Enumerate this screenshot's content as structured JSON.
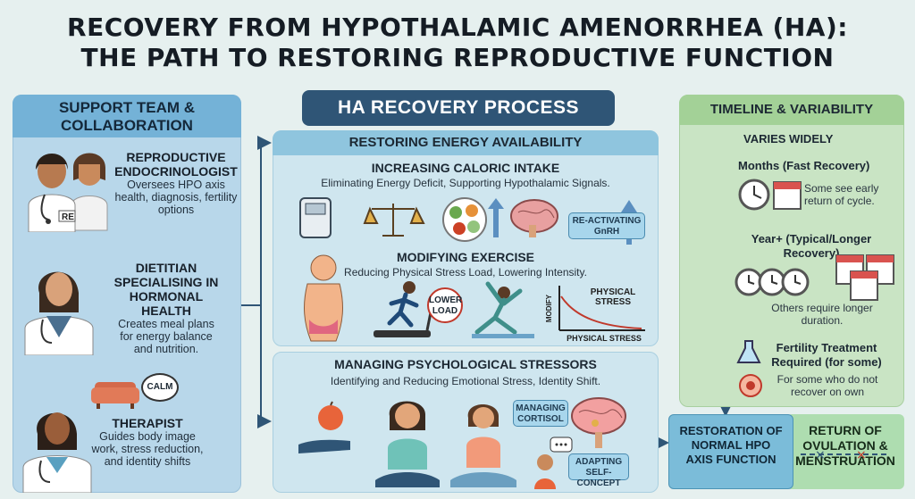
{
  "title": {
    "line1": "RECOVERY FROM HYPOTHALAMIC AMENORRHEA (HA):",
    "line2": "THE PATH TO RESTORING REPRODUCTIVE FUNCTION"
  },
  "support": {
    "heading": "SUPPORT TEAM & COLLABORATION",
    "roles": [
      {
        "name": "REPRODUCTIVE ENDOCRINOLOGIST",
        "desc": "Oversees HPO axis health, diagnosis, fertility options",
        "badge": "RE"
      },
      {
        "name": "DIETITIAN SPECIALISING IN HORMONAL HEALTH",
        "desc": "Creates meal plans for energy balance and nutrition."
      },
      {
        "name": "THERAPIST",
        "desc": "Guides body image work, stress reduction, and identity shifts",
        "bubble": "CALM"
      }
    ]
  },
  "process": {
    "heading": "HA RECOVERY PROCESS",
    "energy": {
      "heading": "RESTORING ENERGY AVAILABILITY",
      "caloric": {
        "title": "INCREASING CALORIC INTAKE",
        "desc": "Eliminating Energy Deficit, Supporting Hypothalamic Signals.",
        "badge": "RE-ACTIVATING GnRH"
      },
      "exercise": {
        "title": "MODIFYING EXERCISE",
        "desc": "Reducing Physical Stress Load, Lowering Intensity.",
        "badge": "LOWER LOAD",
        "chart_ylabel": "MODIFY",
        "chart_series": "PHYSICAL STRESS",
        "chart_xlabel": "PHYSICAL STRESS"
      }
    },
    "stress": {
      "title": "MANAGING PSYCHOLOGICAL STRESSORS",
      "desc": "Identifying and Reducing Emotional Stress, Identity Shift.",
      "badge1": "MANAGING CORTISOL",
      "badge2": "ADAPTING SELF-CONCEPT"
    }
  },
  "timeline": {
    "heading": "TIMELINE & VARIABILITY",
    "items": [
      {
        "label": "VARIES WIDELY"
      },
      {
        "label": "Months (Fast Recovery)",
        "desc": "Some see early return of cycle."
      },
      {
        "label": "Year+ (Typical/Longer Recovery)",
        "desc": "Others require longer duration."
      },
      {
        "label": "Fertility Treatment Required (for some)",
        "desc": "For some who do not recover on own"
      }
    ]
  },
  "outcome": {
    "restoration": "RESTORATION OF NORMAL HPO AXIS FUNCTION",
    "ovulation": "RETURN OF OVULATION & MENSTRUATION"
  },
  "colors": {
    "dark_blue": "#2f5576",
    "support_blue": "#74b2d7",
    "timeline_green": "#a3d197",
    "connector": "#2f5576"
  }
}
